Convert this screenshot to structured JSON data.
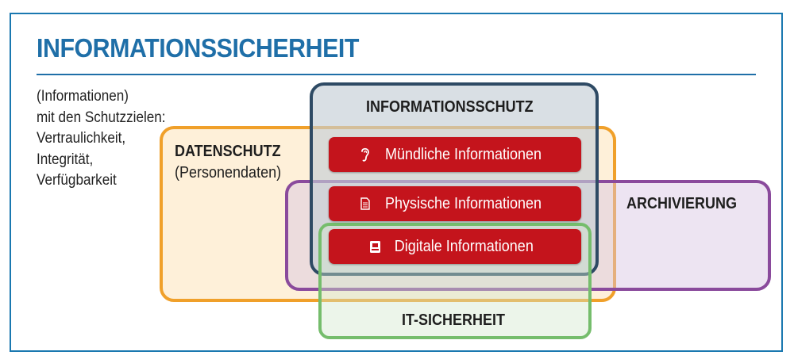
{
  "title": "INFORMATIONSSICHERHEIT",
  "description": {
    "lines": [
      "(Informationen)",
      "mit den Schutzzielen:",
      "Vertraulichkeit,",
      "Integrität,",
      "Verfügbarkeit"
    ]
  },
  "areas": {
    "informationsschutz": {
      "label": "INFORMATIONSSCHUTZ",
      "color": "#2e4a64"
    },
    "datenschutz": {
      "label": "DATENSCHUTZ",
      "sublabel": "(Personendaten)",
      "color": "#f0a02a"
    },
    "archivierung": {
      "label": "ARCHIVIERUNG",
      "color": "#8a4a9c"
    },
    "it_sicherheit": {
      "label": "IT-SICHERHEIT",
      "color": "#75bd6c"
    }
  },
  "information_types": [
    {
      "label": "Mündliche Informationen",
      "icon": "ear-icon"
    },
    {
      "label": "Physische Informationen",
      "icon": "document-icon"
    },
    {
      "label": "Digitale Informationen",
      "icon": "digital-document-icon"
    }
  ],
  "colors": {
    "title": "#1f6fa8",
    "frame": "#1a78b0",
    "pill": "#c4141c"
  }
}
